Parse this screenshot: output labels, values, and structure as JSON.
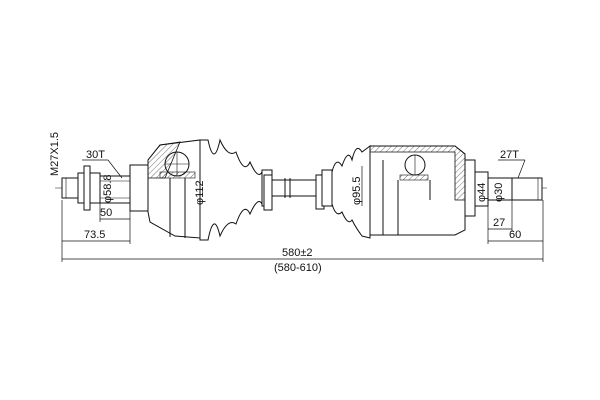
{
  "drawing": {
    "thread_label": "M27X1.5",
    "outer_spline_label": "30T",
    "outer_seal_diameter": "φ58.8",
    "outer_housing_diameter": "φ112",
    "outer_length_1": "50",
    "outer_length_2": "73.5",
    "total_length": "580±2",
    "total_length_range": "(580-610)",
    "inner_boot_diameter": "φ95.5",
    "inner_seal_diameter": "φ44",
    "inner_stub_diameter": "φ30",
    "inner_spline_label": "27T",
    "inner_length_1": "27",
    "inner_length_2": "60"
  }
}
